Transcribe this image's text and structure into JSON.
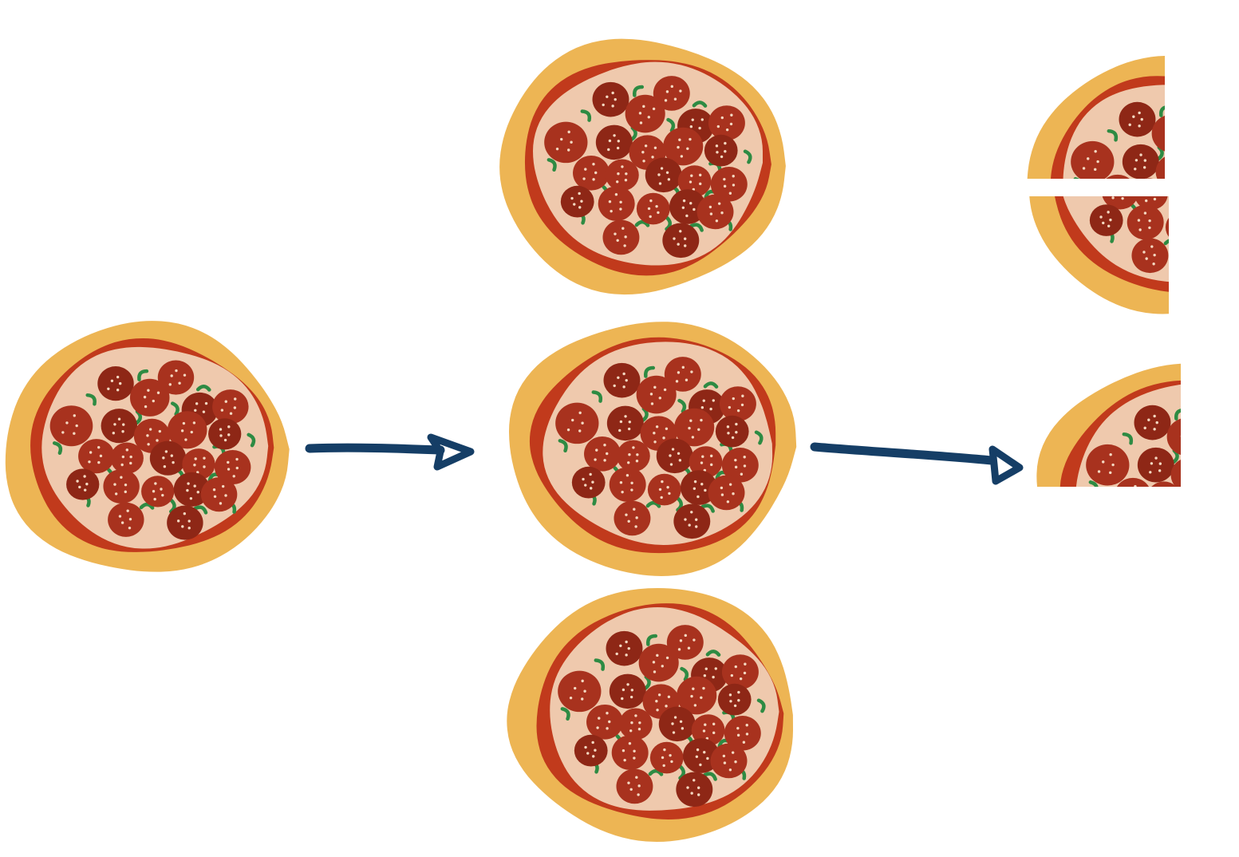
{
  "diagram": {
    "pizzas": [
      {
        "id": "whole-left",
        "fraction": 1
      },
      {
        "id": "whole-top",
        "fraction": 1
      },
      {
        "id": "whole-middle",
        "fraction": 1
      },
      {
        "id": "whole-bottom",
        "fraction": 1
      },
      {
        "id": "half-upper",
        "fraction": 0.5
      },
      {
        "id": "half-lower",
        "fraction": 0.5
      },
      {
        "id": "quarter",
        "fraction": 0.25
      }
    ],
    "arrows": [
      {
        "from": "whole-left",
        "to": "whole-middle"
      },
      {
        "from": "whole-middle",
        "to": "quarter"
      }
    ]
  },
  "colors": {
    "background": "#ffffff",
    "crust": "#EDB554",
    "crust_edge": "#F1C77A",
    "sauce": "#C13A1C",
    "cheese": "#EFC9AD",
    "pepperoni": "#A8321E",
    "pepperoni_dark": "#8E2716",
    "pepperoni_spots": "#F4D9C2",
    "green_pepper": "#2E8B43",
    "arrow": "#153E66"
  }
}
